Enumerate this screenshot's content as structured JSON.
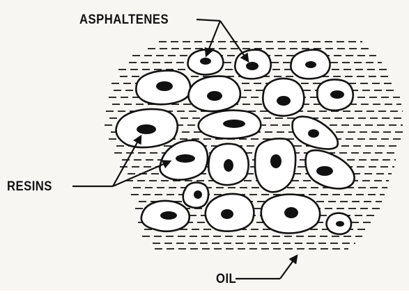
{
  "diagram": {
    "labels": {
      "asphaltenes": "ASPHALTENES",
      "resins": "RESINS",
      "oil": "OIL"
    },
    "colors": {
      "ink": "#111111",
      "particle_fill": "#ffffff",
      "core_fill": "#111111",
      "paper": "#f7f6f3"
    }
  }
}
